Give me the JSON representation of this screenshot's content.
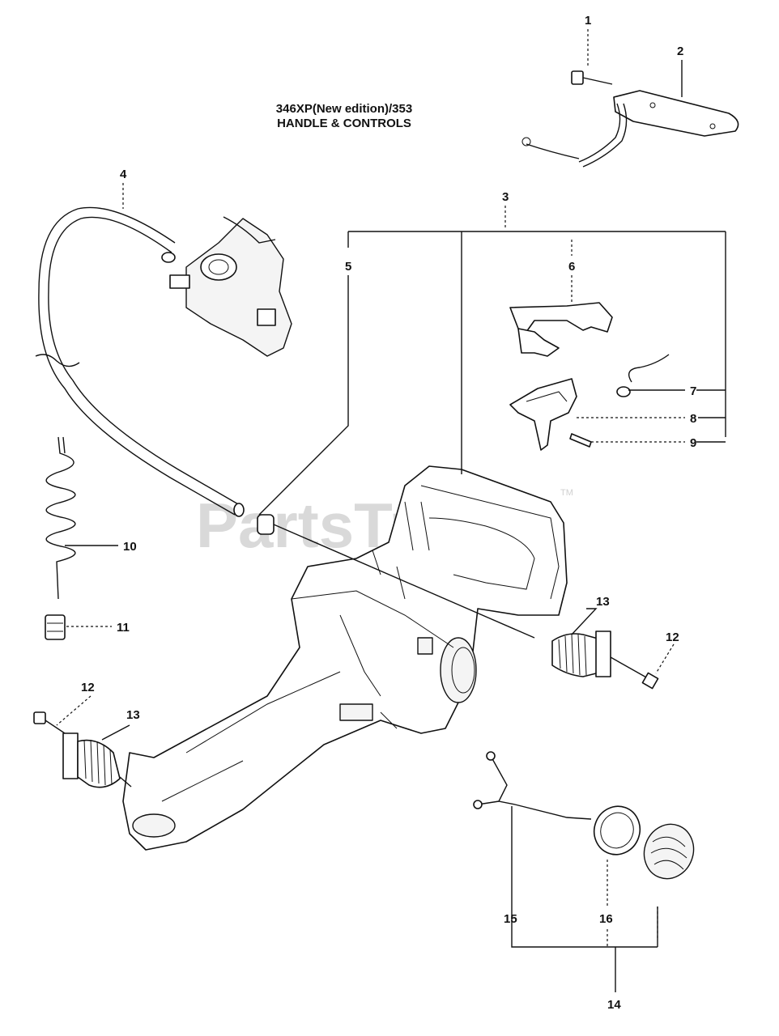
{
  "diagram": {
    "title_line1": "346XP(New edition)/353",
    "title_line2": "HANDLE & CONTROLS",
    "watermark": "PartsTree",
    "trademark": "TM",
    "callouts": {
      "c1": "1",
      "c2": "2",
      "c3": "3",
      "c4": "4",
      "c5": "5",
      "c6": "6",
      "c7": "7",
      "c8": "8",
      "c9": "9",
      "c10": "10",
      "c11": "11",
      "c12a": "12",
      "c12b": "12",
      "c13a": "13",
      "c13b": "13",
      "c14": "14",
      "c15": "15",
      "c16": "16"
    }
  }
}
